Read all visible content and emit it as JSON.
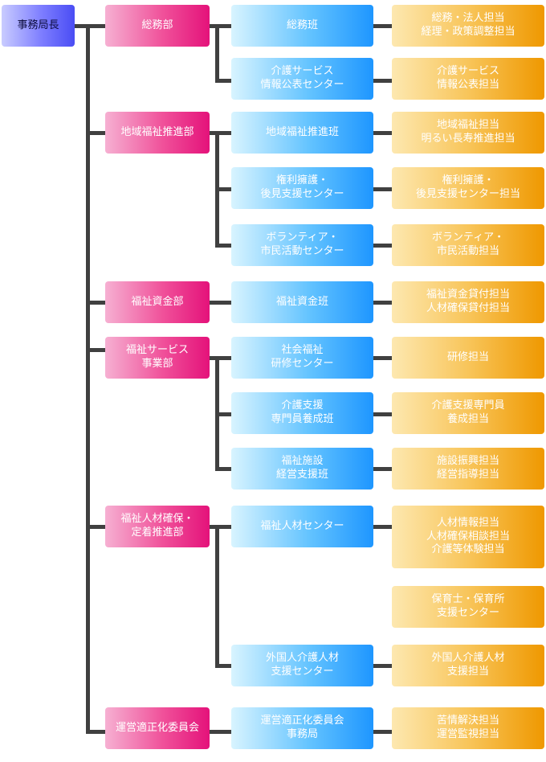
{
  "head": "事務局長",
  "departments": [
    "総務部",
    "地域福祉推進部",
    "福祉資金部",
    "福祉サービス\n事業部",
    "福祉人材確保・\n定着推進部",
    "運営適正化委員会"
  ],
  "sections": [
    "総務班",
    "介護サービス\n情報公表センター",
    "地域福祉推進班",
    "権利擁護・\n後見支援センター",
    "ボランティア・\n市民活動センター",
    "福祉資金班",
    "社会福祉\n研修センター",
    "介護支援\n専門員養成班",
    "福祉施設\n経営支援班",
    "福祉人材センター",
    "外国人介護人材\n支援センター",
    "運営適正化委員会\n事務局"
  ],
  "teams": [
    "総務・法人担当\n経理・政策調整担当",
    "介護サービス\n情報公表担当",
    "地域福祉担当\n明るい長寿推進担当",
    "権利擁護・\n後見支援センター担当",
    "ボランティア・\n市民活動担当",
    "福祉資金貸付担当\n人材確保貸付担当",
    "研修担当",
    "介護支援専門員\n養成担当",
    "施設振興担当\n経営指導担当",
    "人材情報担当\n人材確保相談担当\n介護等体験担当",
    "保育士・保育所\n支援センター",
    "外国人介護人材\n支援担当",
    "苦情解決担当\n運営監視担当"
  ]
}
